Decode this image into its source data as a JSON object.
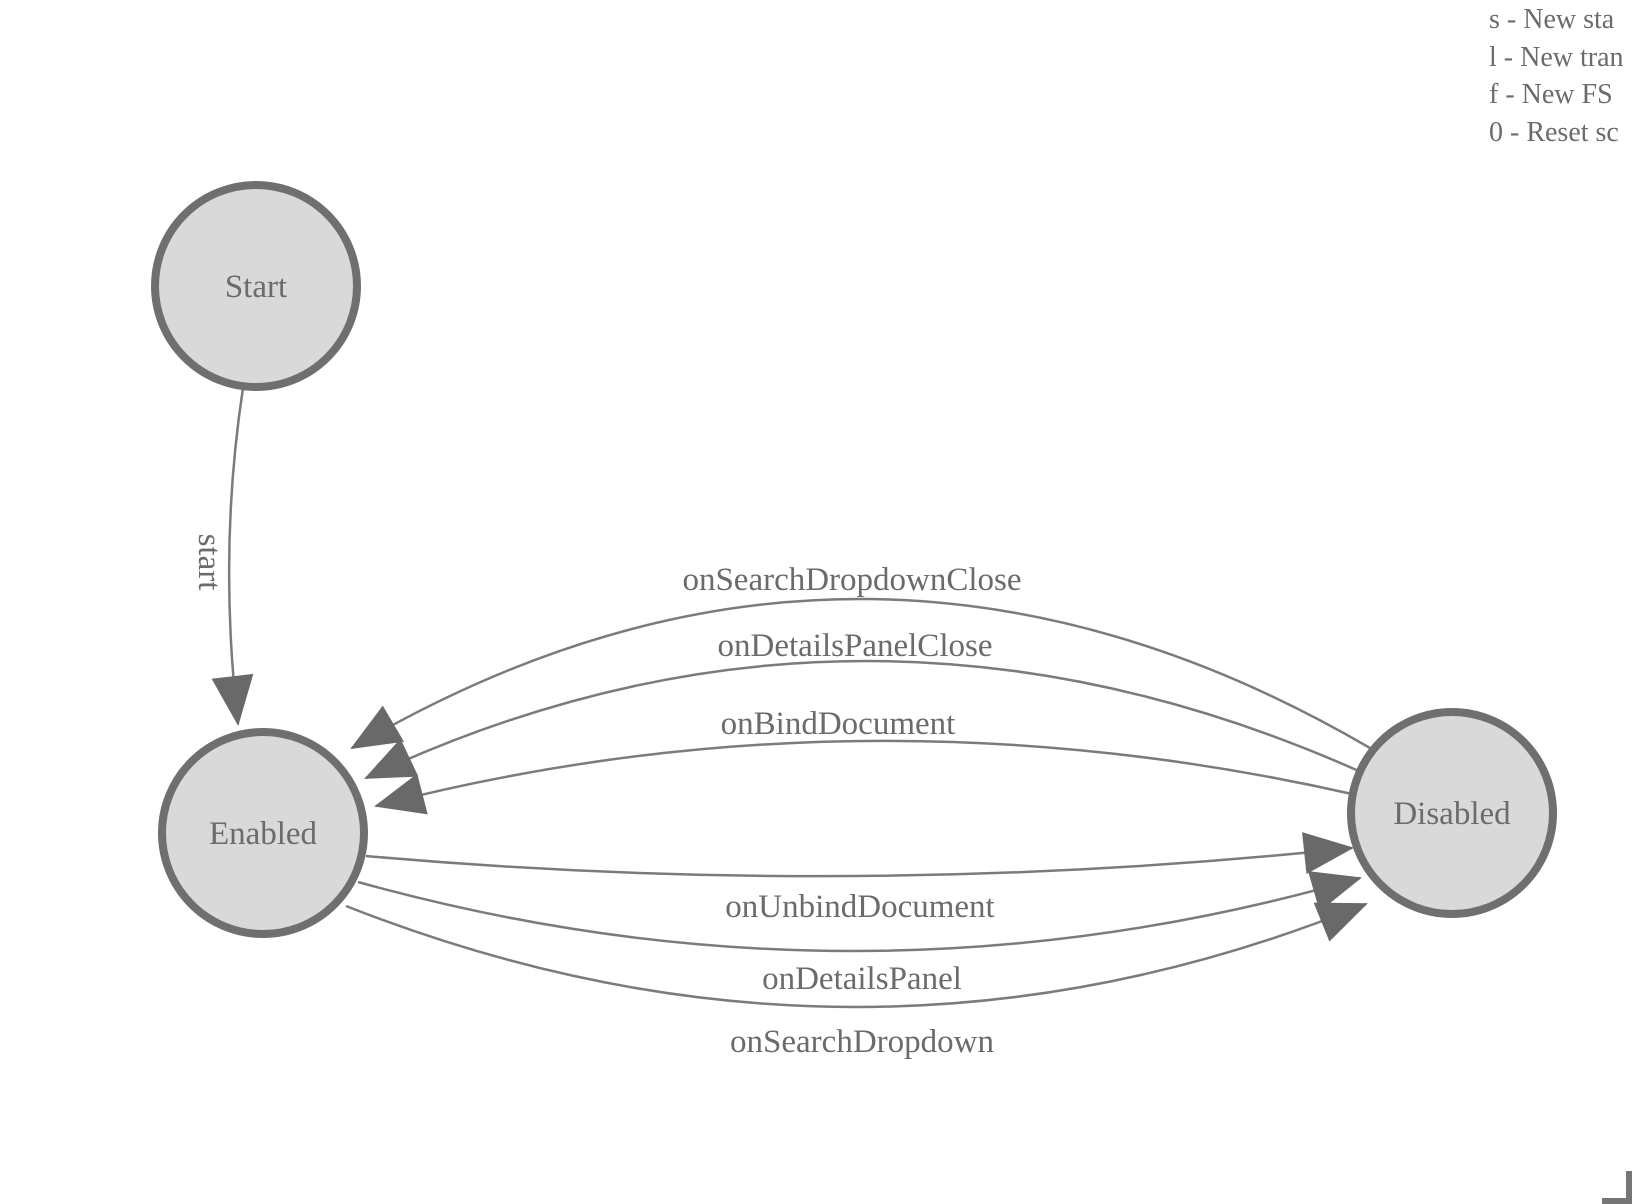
{
  "legend": {
    "lines": [
      "s - New sta",
      "l - New tran",
      "f - New FS",
      "0 - Reset sc"
    ]
  },
  "fsm": {
    "states": [
      {
        "label": "Start"
      },
      {
        "label": "Enabled"
      },
      {
        "label": "Disabled"
      }
    ],
    "transitions": [
      {
        "label": "start",
        "from": "Start",
        "to": "Enabled"
      },
      {
        "label": "onSearchDropdownClose",
        "from": "Disabled",
        "to": "Enabled"
      },
      {
        "label": "onDetailsPanelClose",
        "from": "Disabled",
        "to": "Enabled"
      },
      {
        "label": "onBindDocument",
        "from": "Disabled",
        "to": "Enabled"
      },
      {
        "label": "onUnbindDocument",
        "from": "Enabled",
        "to": "Disabled"
      },
      {
        "label": "onDetailsPanel",
        "from": "Enabled",
        "to": "Disabled"
      },
      {
        "label": "onSearchDropdown",
        "from": "Enabled",
        "to": "Disabled"
      }
    ],
    "colors": {
      "state_fill": "#d9d9d9",
      "state_stroke": "#6f6f6f",
      "edge_stroke": "#7b7b7b",
      "arrowhead": "#696969",
      "text": "#6b6b6b",
      "corner_bracket": "#757575"
    }
  }
}
